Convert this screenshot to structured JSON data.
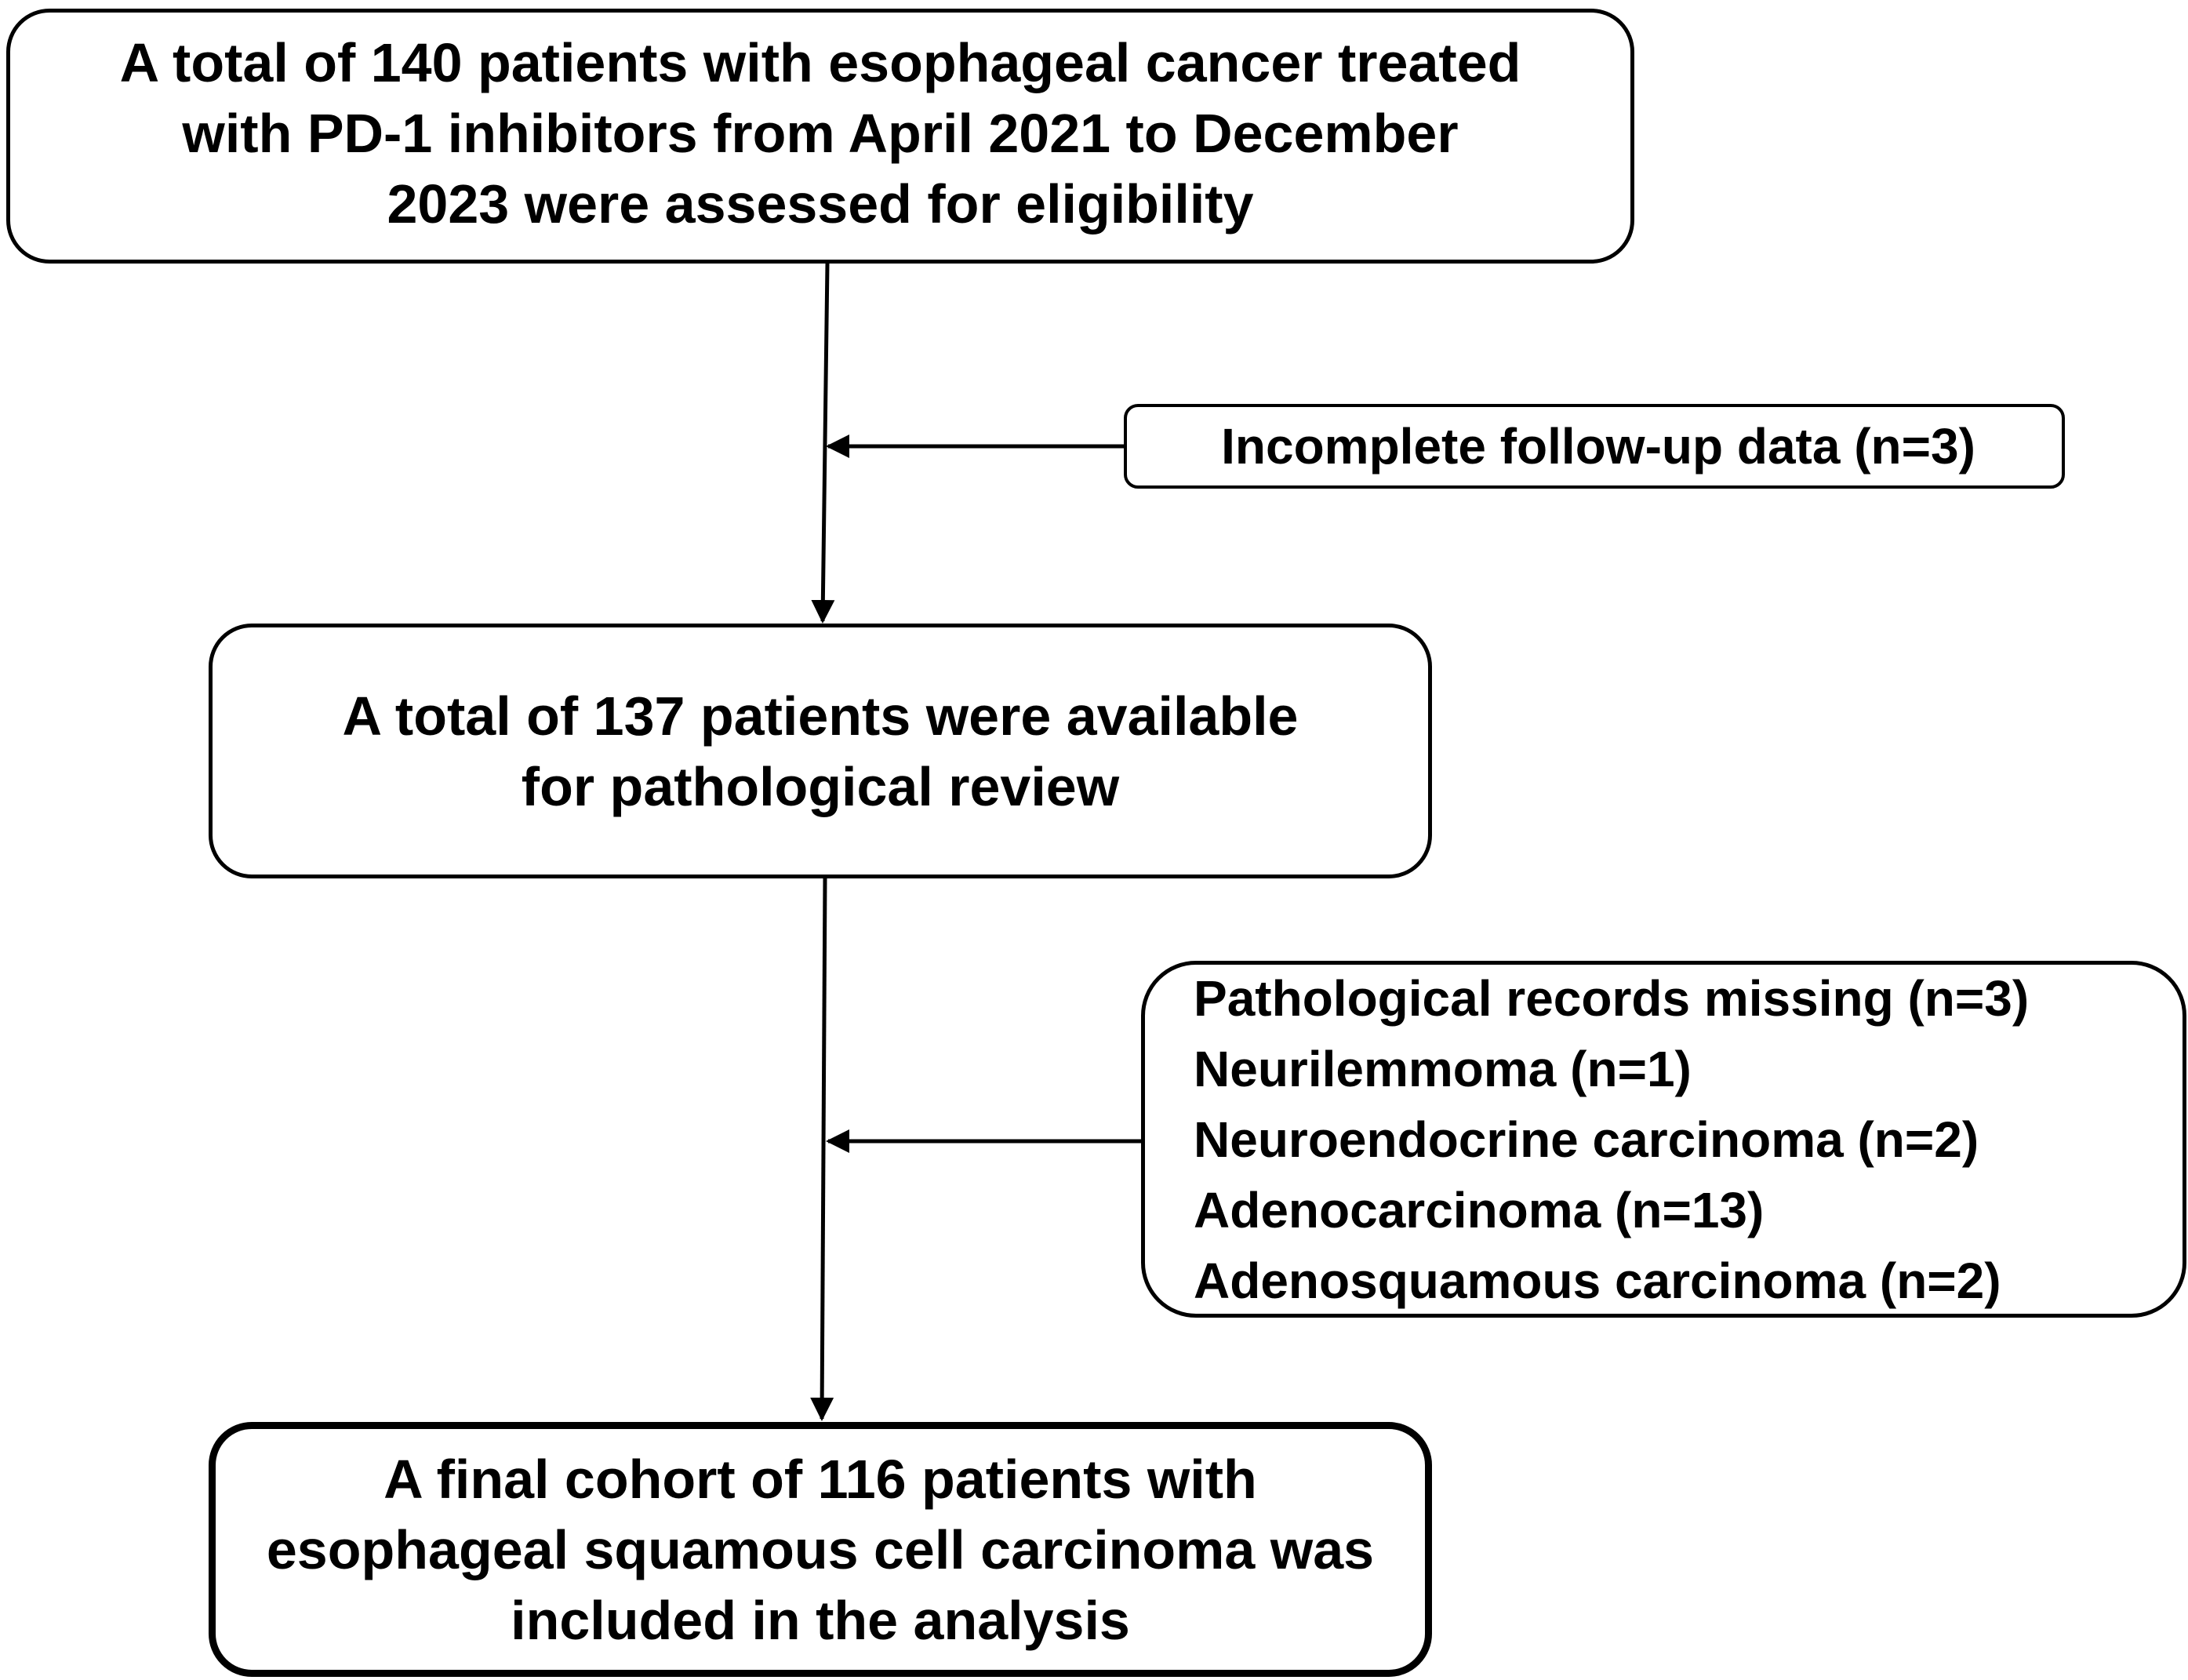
{
  "flowchart": {
    "top_box": {
      "lines": [
        "A total of 140 patients with esophageal cancer treated",
        "with PD-1 inhibitors from April 2021 to December",
        "2023 were assessed for eligibility"
      ]
    },
    "exclusion_1": {
      "lines": [
        "Incomplete follow-up data (n=3)"
      ]
    },
    "middle_box": {
      "lines": [
        "A total of 137 patients were available",
        "for pathological review"
      ]
    },
    "exclusion_2": {
      "lines": [
        "Pathological records missing (n=3)",
        "Neurilemmoma (n=1)",
        "Neuroendocrine carcinoma (n=2)",
        "Adenocarcinoma (n=13)",
        "Adenosquamous carcinoma (n=2)"
      ]
    },
    "final_box": {
      "lines": [
        "A final cohort of 116 patients with",
        "esophageal squamous cell carcinoma was",
        "included in the analysis"
      ]
    }
  },
  "colors": {
    "stroke": "#000000",
    "background": "#ffffff"
  }
}
